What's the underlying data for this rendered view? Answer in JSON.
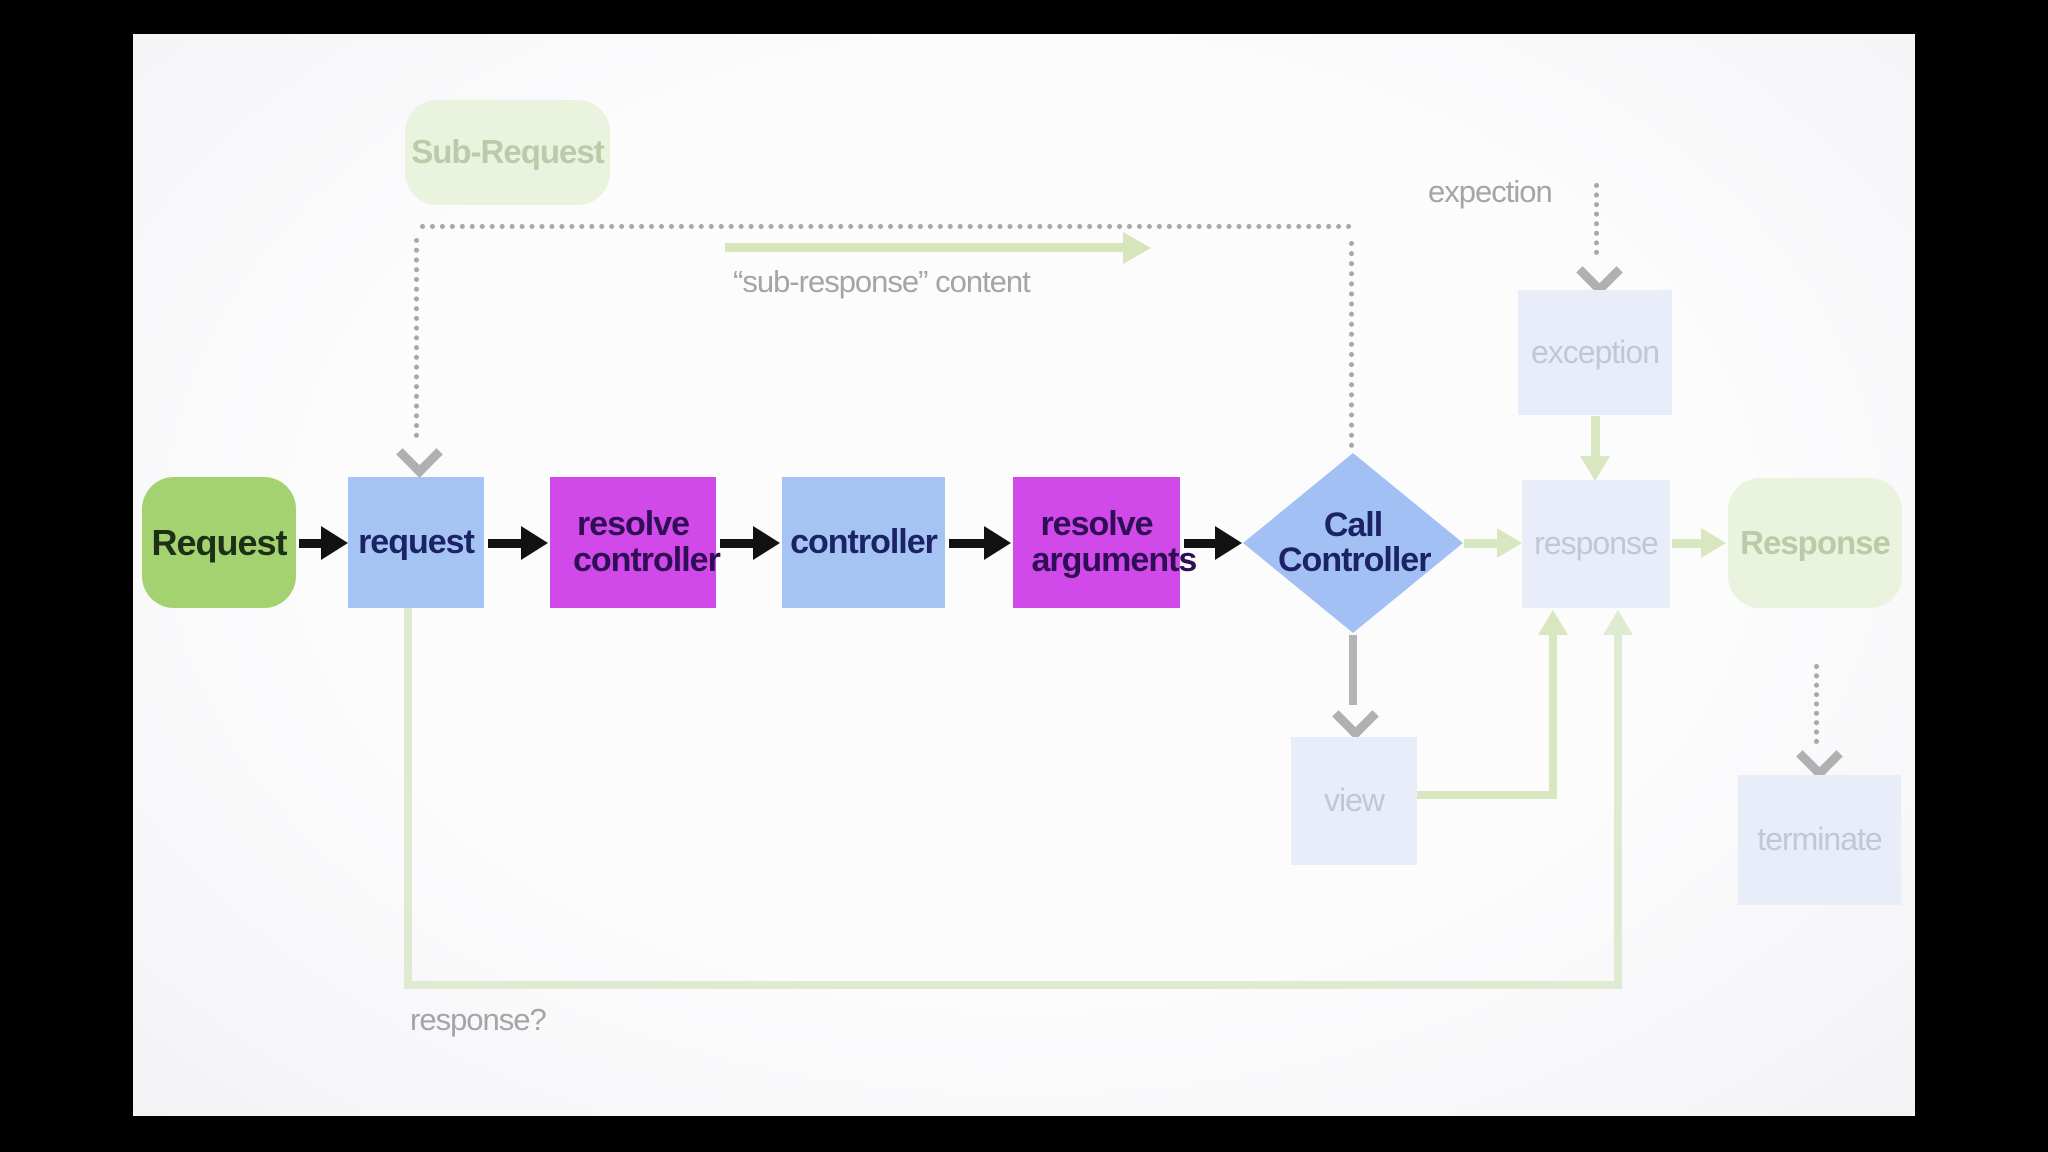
{
  "nodes": {
    "sub_request": {
      "label": "Sub-Request"
    },
    "request_in": {
      "label": "Request"
    },
    "request": {
      "label": "request"
    },
    "resolve_controller": {
      "label": "resolve controller"
    },
    "controller": {
      "label": "controller"
    },
    "resolve_arguments": {
      "label": "resolve arguments"
    },
    "call_controller": {
      "label": "Call Controller"
    },
    "exception": {
      "label": "exception"
    },
    "response": {
      "label": "response"
    },
    "response_out": {
      "label": "Response"
    },
    "view": {
      "label": "view"
    },
    "terminate": {
      "label": "terminate"
    }
  },
  "annotations": {
    "sub_response": "“sub-response” content",
    "expection": "expection",
    "response_question": "response?"
  },
  "colors": {
    "node_green": "#a5d271",
    "node_blue": "#a6c4f3",
    "node_magenta": "#d149e8",
    "faded_green_bg": "#eaf3dd",
    "faded_blue_bg": "#e9edf9",
    "arrow_black": "#121212",
    "arrow_gray": "#b4b4b6",
    "arrow_green_faded": "#d9e7c1",
    "feedback_green": "#dfead3",
    "dotted_gray": "#a8a8a8",
    "label_gray": "#a5a5a7"
  }
}
